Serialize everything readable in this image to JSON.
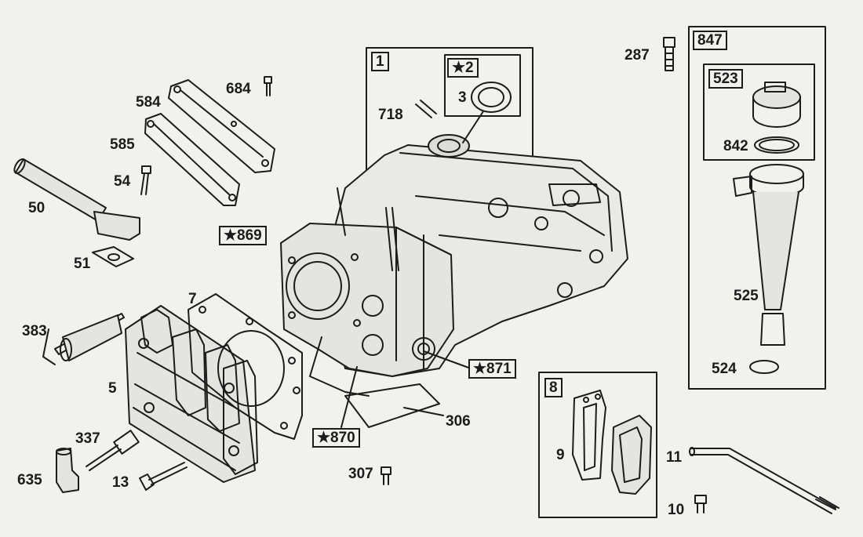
{
  "callouts": {
    "c1": "1",
    "c2": "★2",
    "c3": "3",
    "c5": "5",
    "c7": "7",
    "c8": "8",
    "c9": "9",
    "c10": "10",
    "c11": "11",
    "c13": "13",
    "c50": "50",
    "c51": "51",
    "c54": "54",
    "c287": "287",
    "c306": "306",
    "c307": "307",
    "c337": "337",
    "c383": "383",
    "c523": "523",
    "c524": "524",
    "c525": "525",
    "c584": "584",
    "c585": "585",
    "c635": "635",
    "c684": "684",
    "c718": "718",
    "c842": "842",
    "c847": "847",
    "c869": "★869",
    "c870": "★870",
    "c871": "★871"
  }
}
